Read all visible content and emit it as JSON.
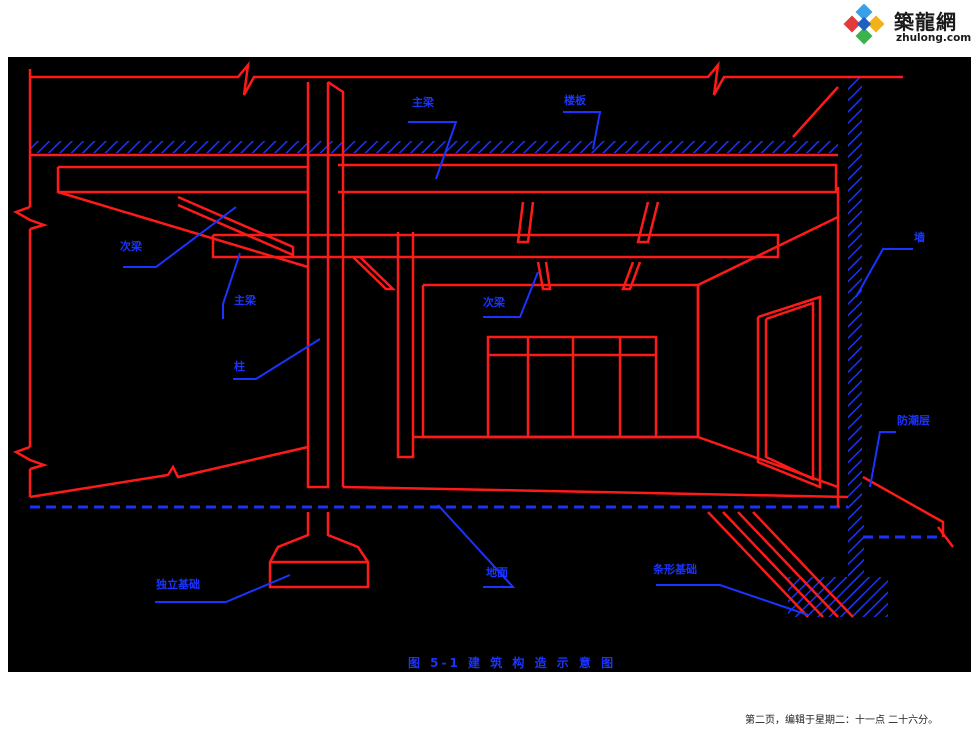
{
  "logo": {
    "title": "築龍網",
    "subtitle": "zhulong.com"
  },
  "diagram": {
    "labels": {
      "main_beam_top": "主梁",
      "floor_slab": "楼板",
      "secondary_beam_left": "次梁",
      "main_beam_left": "主梁",
      "secondary_beam_mid": "次梁",
      "column": "柱",
      "wall": "墙",
      "damp_proof_course": "防潮层",
      "independent_footing": "独立基础",
      "ground": "地面",
      "strip_footing": "条形基础"
    },
    "caption": "图 5-1  建 筑 构 造 示 意 图",
    "colors": {
      "background": "#000000",
      "structure_lines": "#ff1a1a",
      "hatching_and_labels": "#1a33ff"
    }
  },
  "footer": {
    "note": "第二页，编辑于星期二：十一点 二十六分。"
  }
}
